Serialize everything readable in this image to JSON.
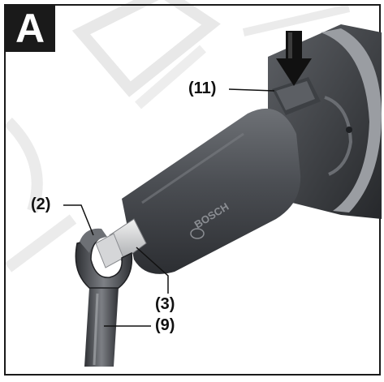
{
  "figure": {
    "panel_label": "A",
    "callouts": {
      "switch": "(11)",
      "wrench_jaw": "(2)",
      "collet_nut": "(3)",
      "spanner": "(9)"
    },
    "brand_on_tool": "BOSCH"
  },
  "colors": {
    "tool_body": "#3a3c40",
    "tool_grip": "#55585d",
    "tool_head": "#2e3034",
    "wrench": "#4a4c50",
    "wrench_highlight": "#8c8f94",
    "arrow": "#111111",
    "watermark": "#d6d6d6"
  },
  "icons": {
    "press_arrow": "arrow-down-icon"
  }
}
